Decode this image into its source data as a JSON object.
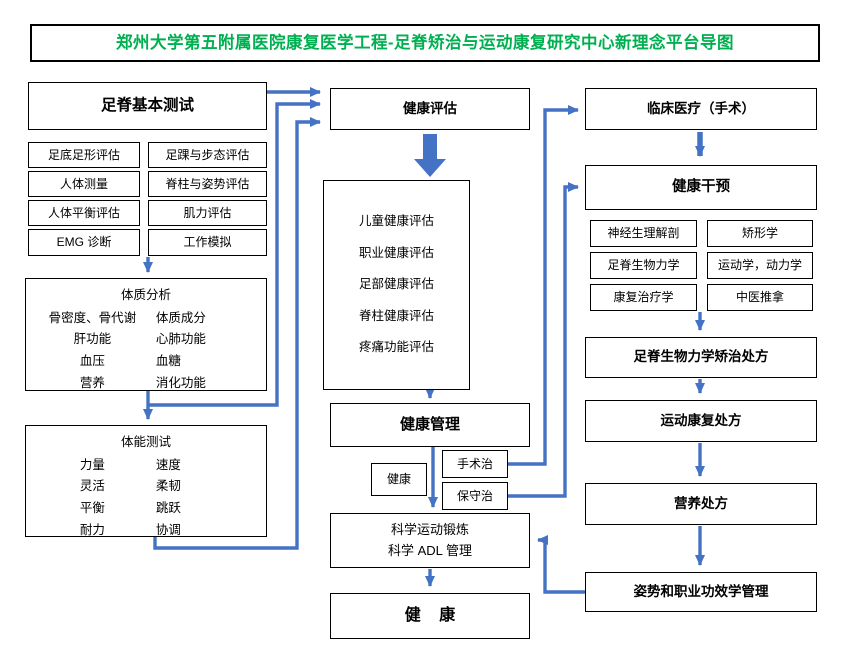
{
  "title": "郑州大学第五附属医院康复医学工程-足脊矫治与运动康复研究中心新理念平台导图",
  "colors": {
    "title": "#00B050",
    "arrow": "#4472C4"
  },
  "left": {
    "main_title": "足脊基本测试",
    "grid": [
      "足底足形评估",
      "足踝与步态评估",
      "人体测量",
      "脊柱与姿势评估",
      "人体平衡评估",
      "肌力评估",
      "EMG 诊断",
      "工作模拟"
    ],
    "physique": {
      "title": "体质分析",
      "rows": [
        [
          "骨密度、骨代谢",
          "体质成分"
        ],
        [
          "肝功能",
          "心肺功能"
        ],
        [
          "血压",
          "血糖"
        ],
        [
          "营养",
          "消化功能"
        ]
      ]
    },
    "fitness": {
      "title": "体能测试",
      "rows": [
        [
          "力量",
          "速度"
        ],
        [
          "灵活",
          "柔韧"
        ],
        [
          "平衡",
          "跳跃"
        ],
        [
          "耐力",
          "协调"
        ]
      ]
    }
  },
  "middle": {
    "assessment_title": "健康评估",
    "assessment_items": [
      "儿童健康评估",
      "职业健康评估",
      "足部健康评估",
      "脊柱健康评估",
      "疼痛功能评估"
    ],
    "management_title": "健康管理",
    "health_label": "健康",
    "surgical_label": "手术治",
    "conservative_label": "保守治",
    "exercise_line1": "科学运动锻炼",
    "exercise_line2": "科学 ADL 管理",
    "final_health": "健 康"
  },
  "right": {
    "clinical_title": "临床医疗（手术）",
    "intervention_title": "健康干预",
    "grid": [
      "神经生理解剖",
      "矫形学",
      "足脊生物力学",
      "运动学，动力学",
      "康复治疗学",
      "中医推拿"
    ],
    "rx_biomech": "足脊生物力学矫治处方",
    "rx_sport": "运动康复处方",
    "rx_nutrition": "营养处方",
    "rx_posture": "姿势和职业功效学管理"
  }
}
